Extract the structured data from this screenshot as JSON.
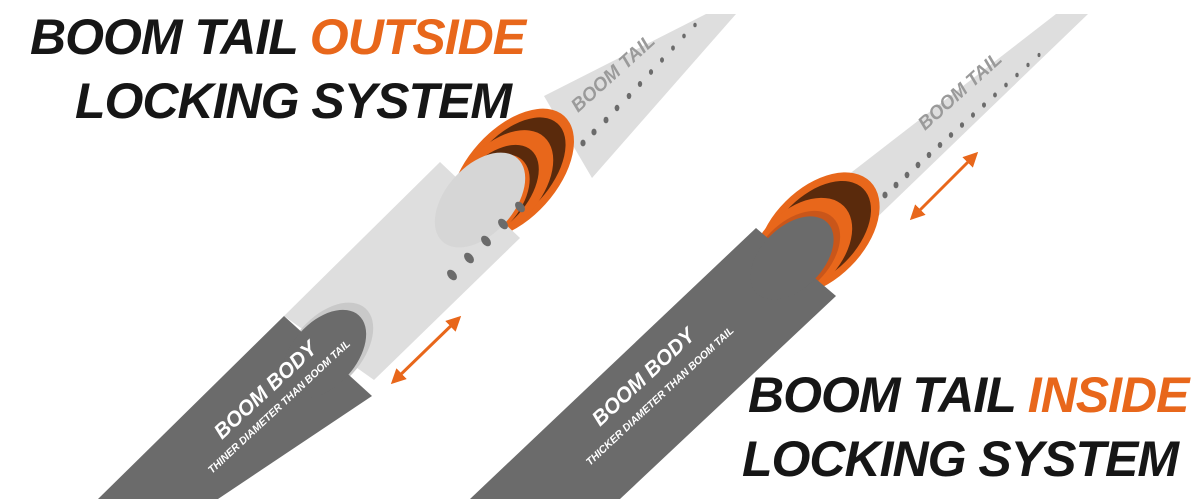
{
  "left": {
    "heading_prefix": "BOOM TAIL ",
    "heading_accent": "OUTSIDE",
    "heading_line2": "LOCKING SYSTEM",
    "tail_label": "BOOM TAIL",
    "body_label": "BOOM BODY",
    "body_sublabel": "THINER DIAMETER THAN BOOM TAIL"
  },
  "right": {
    "heading_prefix": "BOOM TAIL ",
    "heading_accent": "INSIDE",
    "heading_line2": "LOCKING SYSTEM",
    "tail_label": "BOOM TAIL",
    "body_label": "BOOM BODY",
    "body_sublabel": "THICKER DIAMETER THAN BOOM TAIL"
  },
  "colors": {
    "accent": "#e8671b",
    "collar_dark": "#5a2a0c",
    "tube_light": "#dedede",
    "tube_dark": "#6b6b6b",
    "text_dark": "#161616"
  }
}
